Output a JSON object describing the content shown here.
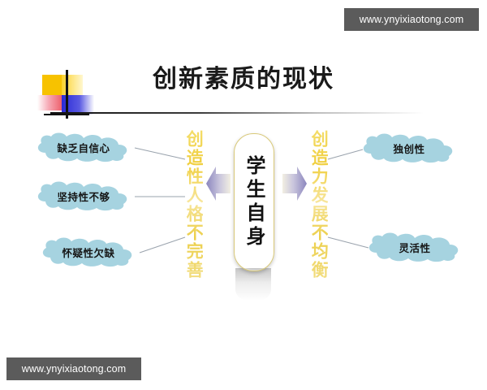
{
  "page": {
    "title": "创新素质的现状",
    "background_color": "#ffffff"
  },
  "watermarks": {
    "top_right": "www.ynyixiaotong.com",
    "bottom_left": "www.ynyixiaotong.com",
    "badge_color": "#5b5b5b"
  },
  "decoration": {
    "logo_colors": {
      "yellow": "#f7c200",
      "red": "#e8343f",
      "blue": "#2a2ad6",
      "line": "#111111"
    }
  },
  "diagram": {
    "center": {
      "label": "学生自身",
      "fill_color": "#fbf3c0"
    },
    "branches": {
      "left": {
        "vertical_label": "创造性人格不完善",
        "text_color": "#f0cf3e",
        "arrow_direction": "left",
        "arrow_color": "#9a96c8",
        "clouds": [
          {
            "label": "缺乏自信心"
          },
          {
            "label": "坚持性不够"
          },
          {
            "label": "怀疑性欠缺"
          }
        ]
      },
      "right": {
        "vertical_label": "创造力发展不均衡",
        "text_color": "#f0cf3e",
        "arrow_direction": "right",
        "arrow_color": "#9a96c8",
        "clouds": [
          {
            "label": "独创性"
          },
          {
            "label": "灵活性"
          }
        ]
      }
    },
    "cloud_fill_color": "#a6d3e0",
    "connector_color": "#9aa3ad"
  }
}
